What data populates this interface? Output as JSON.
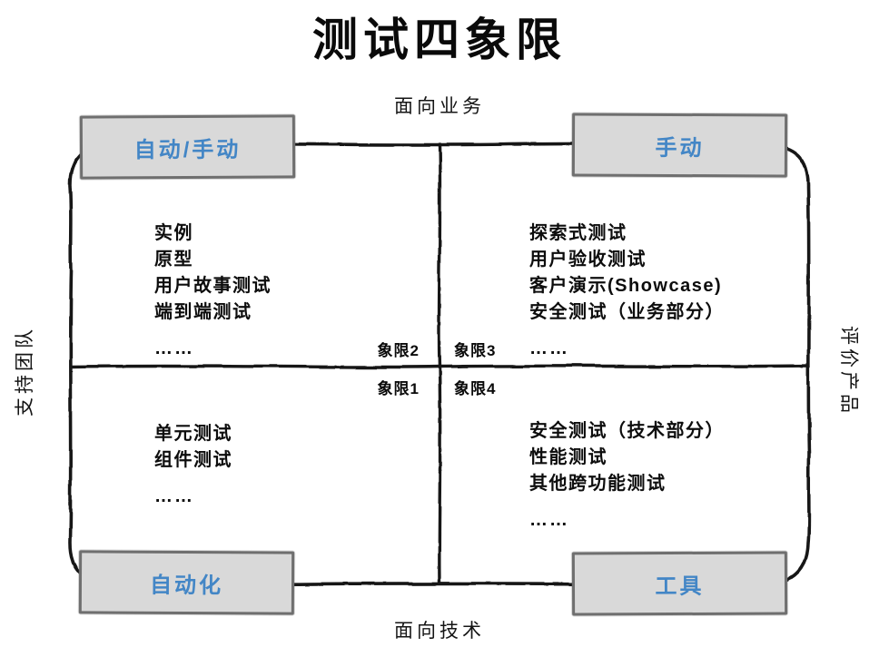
{
  "title": "测试四象限",
  "axes": {
    "top": "面向业务",
    "bottom": "面向技术",
    "left": "支持团队",
    "right": "评价产品"
  },
  "corner_boxes": {
    "top_left": "自动/手动",
    "top_right": "手动",
    "bottom_left": "自动化",
    "bottom_right": "工具"
  },
  "quadrants": {
    "q2": {
      "label": "象限2",
      "items": [
        "实例",
        "原型",
        "用户故事测试",
        "端到端测试",
        "……"
      ]
    },
    "q3": {
      "label": "象限3",
      "items": [
        "探索式测试",
        "用户验收测试",
        "客户演示(Showcase)",
        "安全测试（业务部分）",
        "……"
      ]
    },
    "q1": {
      "label": "象限1",
      "items": [
        "单元测试",
        "组件测试",
        "……"
      ]
    },
    "q4": {
      "label": "象限4",
      "items": [
        "安全测试（技术部分）",
        "性能测试",
        "其他跨功能测试",
        "……"
      ]
    }
  },
  "colors": {
    "box_fill": "#d9d9d9",
    "box_border": "#6f6f6f",
    "box_text": "#4386c6",
    "line": "#181818",
    "text": "#111111",
    "background": "#ffffff"
  }
}
